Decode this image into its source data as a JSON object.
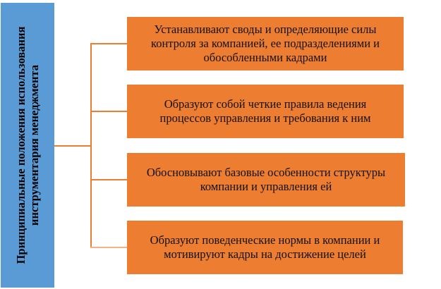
{
  "root": {
    "title": "Принципиальные положения использования инструментария менеджмента"
  },
  "items": [
    {
      "text": "Устанавливают своды и определяющие силы контроля за компанией, ее подразделениями и обособленными кадрами"
    },
    {
      "text": "Образуют собой четкие правила ведения процессов управления и требования к ним"
    },
    {
      "text": "Обосновывают базовые особенности структуры компании и управления ей"
    },
    {
      "text": "Образуют поведенческие нормы в компании и мотивируют кадры на достижение целей"
    }
  ],
  "colors": {
    "root": "#5B9BD5",
    "items": "#ED7D31",
    "connector": "#ED7D31"
  }
}
